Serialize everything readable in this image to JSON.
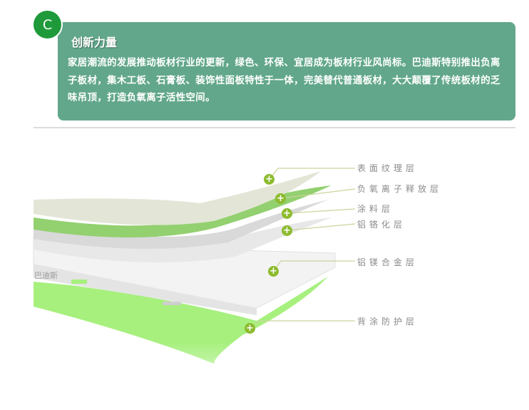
{
  "header": {
    "badge_letter": "C",
    "title": "创新力量",
    "body": "家居潮流的发展推动板材行业的更新，绿色、环保、宜居成为板材行业风尚标。巴迪斯特别推出负离子板材，集木工板、石膏板、装饰性面板特性于一体，完美替代普通板材，大大颠覆了传统板材的乏味吊顶，打造负氧离子活性空间。"
  },
  "diagram": {
    "layers": [
      {
        "label": "表面纹理层",
        "icon": "plus-icon"
      },
      {
        "label": "负氧离子释放层",
        "icon": "plus-icon"
      },
      {
        "label": "涂料层",
        "icon": "plus-icon"
      },
      {
        "label": "铝铬化层",
        "icon": "plus-icon"
      },
      {
        "label": "铝镁合金层",
        "icon": "plus-icon"
      },
      {
        "label": "背涂防护层",
        "icon": "plus-icon"
      }
    ],
    "plus_glyph": "+",
    "colors": {
      "accent_green": "#8dbb2f",
      "card_green": "#62a78b",
      "badge_green": "#1e9a3a",
      "layer_lime": "#a7f07e"
    }
  }
}
